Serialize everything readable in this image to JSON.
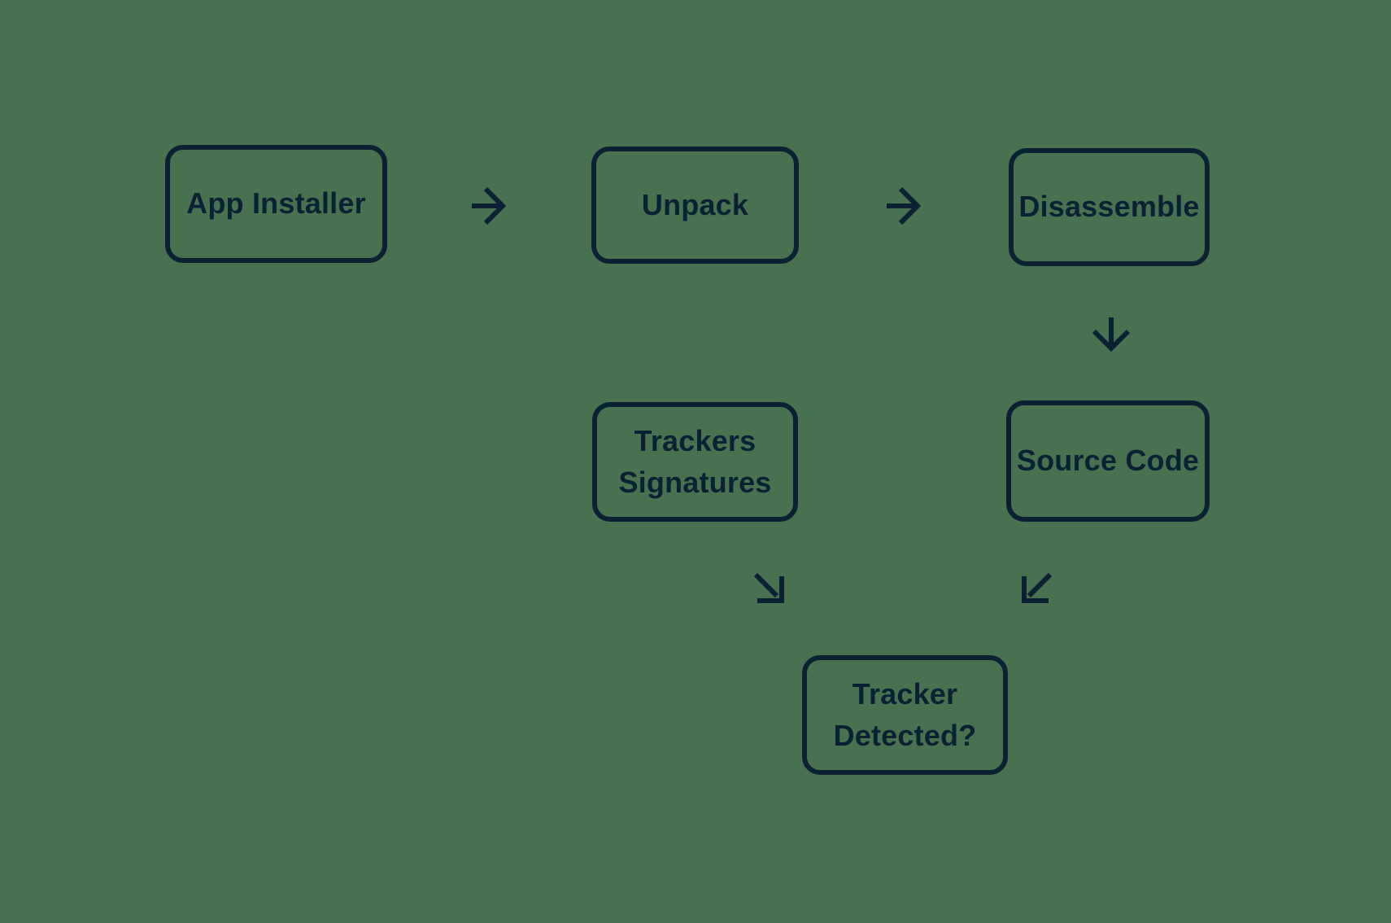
{
  "canvas": {
    "background": "#48714F",
    "ink": "#0A2134"
  },
  "diagram": {
    "title": "",
    "nodes": [
      {
        "id": "app-installer",
        "label": "App Installer"
      },
      {
        "id": "unpack",
        "label": "Unpack"
      },
      {
        "id": "disassemble",
        "label": "Disassemble"
      },
      {
        "id": "trackers-signatures",
        "label": "Trackers\nSignatures"
      },
      {
        "id": "source-code",
        "label": "Source Code"
      },
      {
        "id": "tracker-detected",
        "label": "Tracker\nDetected?"
      }
    ],
    "arrows": [
      {
        "id": "arrow-app-installer-to-unpack",
        "direction": "right",
        "from": "app-installer",
        "to": "unpack"
      },
      {
        "id": "arrow-unpack-to-disassemble",
        "direction": "right",
        "from": "unpack",
        "to": "disassemble"
      },
      {
        "id": "arrow-disassemble-to-source",
        "direction": "down",
        "from": "disassemble",
        "to": "source-code"
      },
      {
        "id": "arrow-trackers-to-detected",
        "direction": "down-right",
        "from": "trackers-signatures",
        "to": "tracker-detected"
      },
      {
        "id": "arrow-source-to-detected",
        "direction": "down-left",
        "from": "source-code",
        "to": "tracker-detected"
      }
    ]
  }
}
